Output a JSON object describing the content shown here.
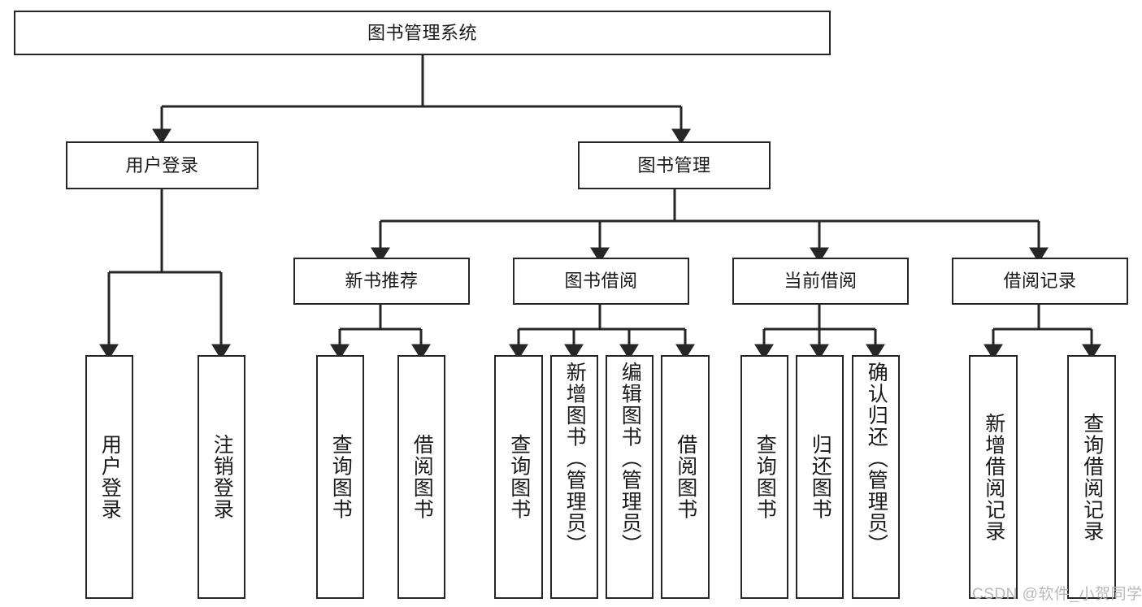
{
  "diagram": {
    "title": "图书管理系统",
    "type": "tree-hierarchy",
    "line_color": "#262626",
    "box_fill": "#ffffff",
    "text_color": "#1a1a1a",
    "root": {
      "label": "图书管理系统",
      "id": "root-system"
    },
    "level2": [
      {
        "id": "user-login",
        "label": "用户登录"
      },
      {
        "id": "book-manage",
        "label": "图书管理"
      }
    ],
    "level3": [
      {
        "id": "new-book-recommend",
        "label": "新书推荐",
        "parent": "book-manage"
      },
      {
        "id": "book-borrow",
        "label": "图书借阅",
        "parent": "book-manage"
      },
      {
        "id": "current-borrow",
        "label": "当前借阅",
        "parent": "book-manage"
      },
      {
        "id": "borrow-record",
        "label": "借阅记录",
        "parent": "book-manage"
      }
    ],
    "leaves": {
      "user-login": [
        {
          "id": "leaf-user-login",
          "label": "用户登录"
        },
        {
          "id": "leaf-logout-login",
          "label": "注销登录"
        }
      ],
      "new-book-recommend": [
        {
          "id": "leaf-query-book-1",
          "label": "查询图书"
        },
        {
          "id": "leaf-borrow-book-1",
          "label": "借阅图书"
        }
      ],
      "book-borrow": [
        {
          "id": "leaf-query-book-2",
          "label": "查询图书"
        },
        {
          "id": "leaf-add-book",
          "label": "新增图书（管理员）"
        },
        {
          "id": "leaf-edit-book",
          "label": "编辑图书（管理员）"
        },
        {
          "id": "leaf-borrow-book-2",
          "label": "借阅图书"
        }
      ],
      "current-borrow": [
        {
          "id": "leaf-query-book-3",
          "label": "查询图书"
        },
        {
          "id": "leaf-return-book",
          "label": "归还图书"
        },
        {
          "id": "leaf-confirm-return",
          "label": "确认归还（管理员）"
        }
      ],
      "borrow-record": [
        {
          "id": "leaf-add-record",
          "label": "新增借阅记录"
        },
        {
          "id": "leaf-query-record",
          "label": "查询借阅记录"
        }
      ]
    }
  },
  "watermark": {
    "text": "CSDN @软件_小贺同学"
  }
}
